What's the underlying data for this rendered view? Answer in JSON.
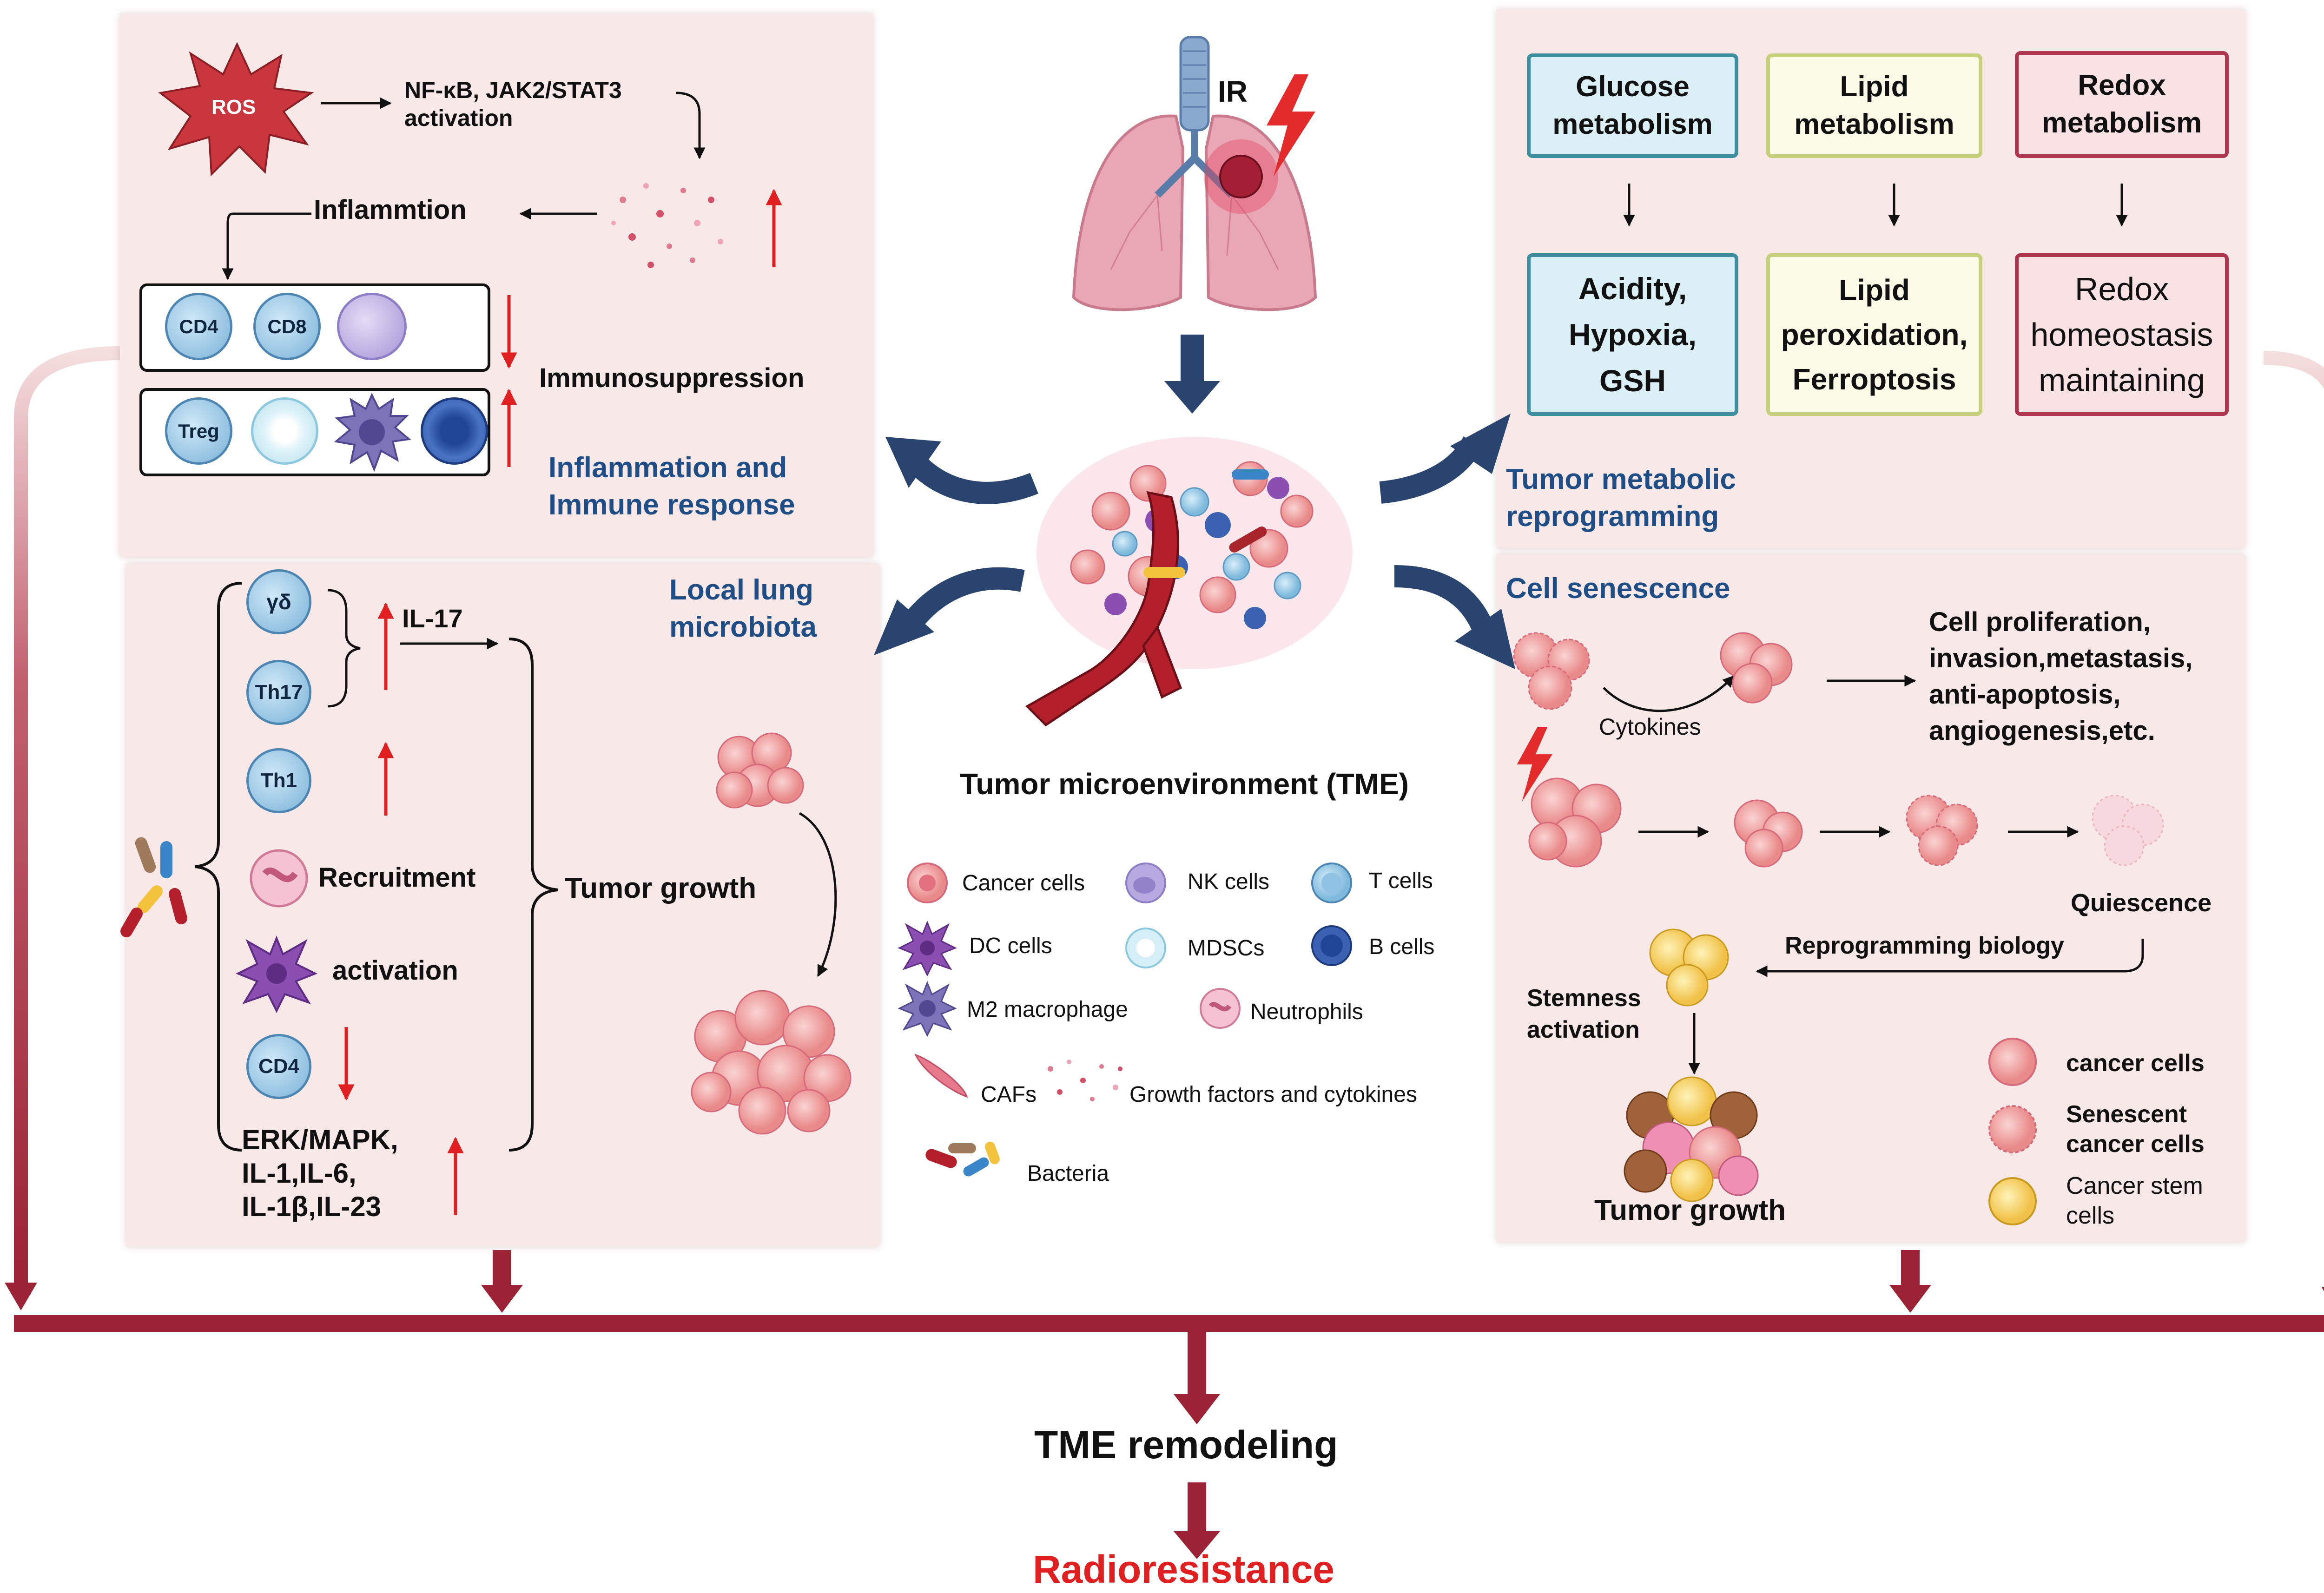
{
  "colors": {
    "panel_bg": "#f9e8e8",
    "blue_heading": "#1f4e86",
    "red_accent": "#e02020",
    "dark_red_line": "#9b2335",
    "arrow_navy": "#2a4470",
    "glucose_border": "#3d8fa0",
    "lipid_border": "#c6cf7a",
    "redox_border": "#b0354f"
  },
  "icons": [
    "ros-burst-icon",
    "lightning-icon",
    "lung-icon",
    "tumor-cluster-icon",
    "bacteria-icon",
    "cancer-cell-icon",
    "dc-cell-icon",
    "m2-macrophage-icon",
    "nk-cell-icon",
    "mdsc-icon",
    "neutrophil-icon",
    "t-cell-icon",
    "b-cell-icon",
    "caf-icon",
    "growth-factor-dots-icon",
    "stem-cell-icon",
    "senescent-cell-icon"
  ],
  "center": {
    "ir_label": "IR",
    "tme_label": "Tumor microenvironment (TME)",
    "legend": {
      "cancer_cells": "Cancer cells",
      "nk_cells": "NK cells",
      "t_cells": "T cells",
      "dc_cells": "DC cells",
      "mdscs": "MDSCs",
      "b_cells": "B cells",
      "m2_macrophage": "M2 macrophage",
      "neutrophils": "Neutrophils",
      "cafs": "CAFs",
      "growth_factors": "Growth factors and cytokines",
      "bacteria": "Bacteria"
    }
  },
  "inflammation_panel": {
    "ros": "ROS",
    "nfkb_line1": "NF-κB, JAK2/STAT3",
    "nfkb_line2": "activation",
    "inflammation": "Inflammtion",
    "cd4": "CD4",
    "cd8": "CD8",
    "treg": "Treg",
    "immunosuppression": "Immunosuppression",
    "title_line1": "Inflammation and",
    "title_line2": "Immune response"
  },
  "microbiota_panel": {
    "title_line1": "Local lung",
    "title_line2": "microbiota",
    "gd": "γδ",
    "th17": "Th17",
    "il17": "IL-17",
    "th1": "Th1",
    "recruitment": "Recruitment",
    "activation": "activation",
    "cd4": "CD4",
    "tumor_growth": "Tumor growth",
    "erk_line1": "ERK/MAPK,",
    "erk_line2": "IL-1,IL-6,",
    "erk_line3": "IL-1β,IL-23"
  },
  "metabolic_panel": {
    "glucose_line1": "Glucose",
    "glucose_line2": "metabolism",
    "lipid_line1": "Lipid",
    "lipid_line2": "metabolism",
    "redox_line1": "Redox",
    "redox_line2": "metabolism",
    "acidity_line1": "Acidity,",
    "acidity_line2": "Hypoxia,",
    "acidity_line3": "GSH",
    "perox_line1": "Lipid",
    "perox_line2": "peroxidation,",
    "perox_line3": "Ferroptosis",
    "homeo_line1": "Redox",
    "homeo_line2": "homeostasis",
    "homeo_line3": "maintaining",
    "title_line1": "Tumor metabolic",
    "title_line2": "reprogramming"
  },
  "senescence_panel": {
    "title": "Cell senescence",
    "cytokines": "Cytokines",
    "outcomes_line1": "Cell proliferation,",
    "outcomes_line2": "invasion,metastasis,",
    "outcomes_line3": "anti-apoptosis,",
    "outcomes_line4": "angiogenesis,etc.",
    "quiescence": "Quiescence",
    "reprogramming": "Reprogramming biology",
    "stemness_line1": "Stemness",
    "stemness_line2": "activation",
    "tumor_growth": "Tumor growth",
    "legend_cancer": "cancer cells",
    "legend_senescent_line1": "Senescent",
    "legend_senescent_line2": "cancer cells",
    "legend_stem_line1": "Cancer stem",
    "legend_stem_line2": "cells"
  },
  "bottom": {
    "tme_remodeling": "TME remodeling",
    "radioresistance": "Radioresistance"
  }
}
